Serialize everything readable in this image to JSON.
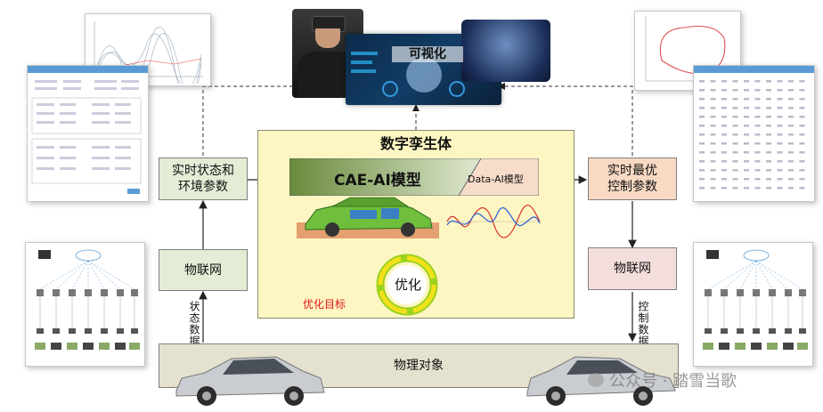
{
  "twin": {
    "title": "数字孪生体",
    "cae_model": "CAE-AI模型",
    "data_model": "Data-AI模型",
    "optimize": "优化",
    "optimize_target": "优化目标"
  },
  "visualization": {
    "title": "可视化"
  },
  "left": {
    "state_params": [
      "实时状态和",
      "环境参数"
    ],
    "iot": "物联网",
    "state_data": "状态数据"
  },
  "right": {
    "control_params": [
      "实时最优",
      "控制参数"
    ],
    "iot": "物联网",
    "control_data": "控制数据"
  },
  "physical": {
    "title": "物理对象"
  },
  "watermark": "公众号 · 踏雪当歌",
  "colors": {
    "green_box": "#e4ecd6",
    "pink_box": "#f3dedd",
    "peach_box": "#f8d9c3",
    "twin_bg": "#fef6c2",
    "cae_gradient_dark": "#6a8a3c",
    "optimize_target": "#e0141e"
  }
}
